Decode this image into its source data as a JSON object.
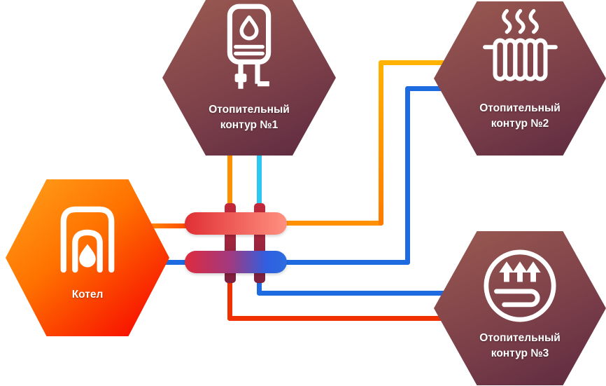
{
  "colors": {
    "supply-orange": "#ff9100",
    "supply-yellow": "#ffb300",
    "supply-red": "#f13000",
    "return-blue": "#1e6ae0",
    "return-cyan": "#2cc8f3",
    "manifold-red": "#e02f35",
    "manifold-pink": "#ff9180",
    "manifold-blue": "#2e6ce0",
    "manifold-stub-dark": "#7c2040",
    "boiler-orange": "#ffa21c",
    "boiler-red": "#f81500",
    "hex-top": "#9b5a51",
    "hex-bottom": "#5d2940"
  },
  "nodes": {
    "boiler": {
      "label": "Котел",
      "icon": "boiler-flame-icon"
    },
    "circuit1": {
      "line1": "Отопительный",
      "line2": "контур №1",
      "icon": "water-heater-icon"
    },
    "circuit2": {
      "line1": "Отопительный",
      "line2": "контур №2",
      "icon": "radiator-icon"
    },
    "circuit3": {
      "line1": "Отопительный",
      "line2": "контур №3",
      "icon": "underfloor-heating-icon"
    }
  }
}
